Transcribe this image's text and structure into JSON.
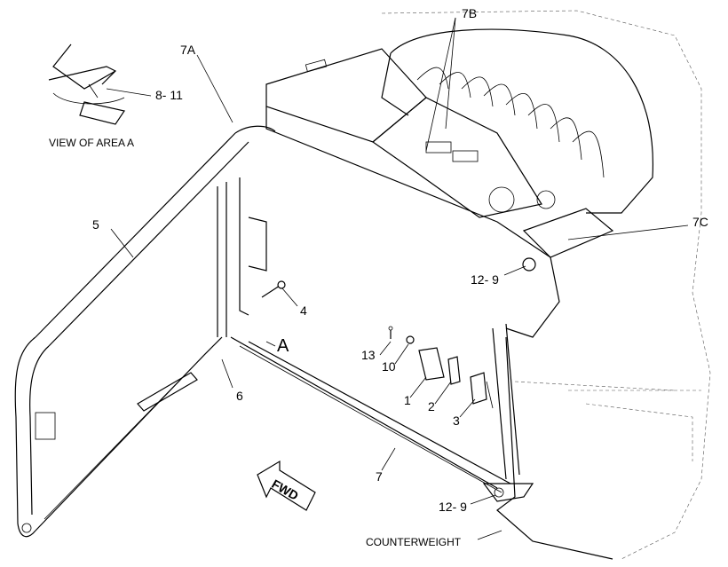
{
  "view_label": "VIEW OF AREA A",
  "counterweight_label": "COUNTERWEIGHT",
  "fwd_label": "FWD",
  "callouts": {
    "c7A": "7A",
    "c7B": "7B",
    "c7C": "7C",
    "c8_11": "8- 11",
    "c5": "5",
    "c4": "4",
    "c12_9_top": "12- 9",
    "c12_9_bottom": "12- 9",
    "cA": "A",
    "c6": "6",
    "c13": "13",
    "c10": "10",
    "c1": "1",
    "c2": "2",
    "c3": "3",
    "c7": "7"
  }
}
